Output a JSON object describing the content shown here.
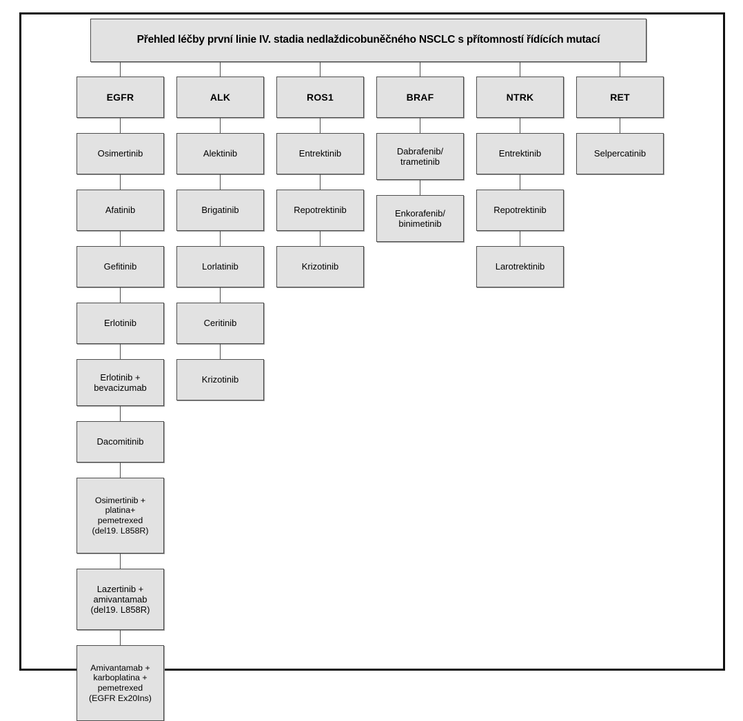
{
  "diagram": {
    "type": "flowchart",
    "language": "cs",
    "title": "Přehled léčby první linie IV. stadia nedlaždicobuněčného NSCLC s přítomností řídících mutací",
    "colors": {
      "node_fill": "#e2e2e2",
      "node_border": "#4d4d4d",
      "connector": "#4d4d4d",
      "frame": "#111111",
      "background": "#ffffff",
      "text": "#000000"
    },
    "columns": [
      {
        "header": "EGFR",
        "items": [
          "Osimertinib",
          "Afatinib",
          "Gefitinib",
          "Erlotinib",
          "Erlotinib +\nbevacizumab",
          "Dacomitinib",
          "Osimertinib +\nplatina+\npemetrexed\n(del19. L858R)",
          "Lazertinib +\namivantamab\n(del19. L858R)",
          "Amivantamab +\nkarboplatina +\npemetrexed\n(EGFR Ex20Ins)"
        ]
      },
      {
        "header": "ALK",
        "items": [
          "Alektinib",
          "Brigatinib",
          "Lorlatinib",
          "Ceritinib",
          "Krizotinib"
        ]
      },
      {
        "header": "ROS1",
        "items": [
          "Entrektinib",
          "Repotrektinib",
          "Krizotinib"
        ]
      },
      {
        "header": "BRAF",
        "items": [
          "Dabrafenib/\ntrametinib",
          "Enkorafenib/\nbinimetinib"
        ]
      },
      {
        "header": "NTRK",
        "items": [
          "Entrektinib",
          "Repotrektinib",
          "Larotrektinib"
        ]
      },
      {
        "header": "RET",
        "items": [
          "Selpercatinib"
        ]
      }
    ]
  }
}
